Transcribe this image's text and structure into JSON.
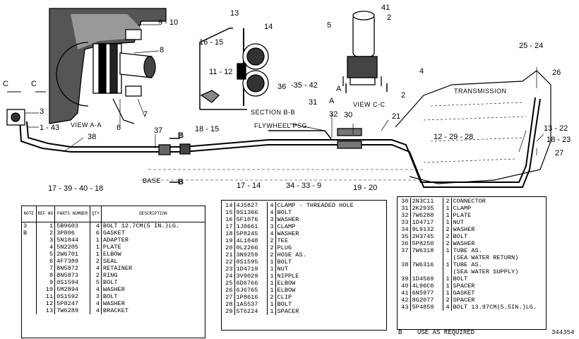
{
  "labels": {
    "l_9_10": "9 - 10",
    "l_8": "8",
    "l_7": "7",
    "l_6": "6",
    "l_3": "3",
    "l_1_43": "1 - 43",
    "l_C_left": "C",
    "l_C_right": "C",
    "l_13": "13",
    "l_14": "14",
    "l_16_15": "16 - 15",
    "l_11_12": "11 - 12",
    "l_36": "36",
    "l_35_42": "-35 - 42",
    "l_A_left": "A",
    "l_A_right": "A",
    "l_41": "41",
    "l_5": "5",
    "l_2_top": "2",
    "l_4": "4",
    "l_2_bot": "2",
    "l_25_24": "25 - 24",
    "l_26": "26",
    "l_13_22": "13 - 22",
    "l_18_23": "18 - 23",
    "l_27": "27",
    "l_12_29_28": "12 - 29 - 28",
    "l_21": "21",
    "l_30": "30",
    "l_31": "31",
    "l_32": "32",
    "l_37": "37",
    "l_38": "38",
    "l_B_top": "B",
    "l_B_bot": "B",
    "l_18_15": "18 - 15",
    "l_17_39_40_18": "17 - 39  - 40  - 18",
    "l_17_14": "17 - 14",
    "l_34_33_9": "34  - 33  - 9",
    "l_19_20": "19  - 20"
  },
  "captions": {
    "view_aa": "VIEW  A-A",
    "section_bb": "SECTION  B-B",
    "view_cc": "VIEW  C-C",
    "transmission": "TRANSMISSION",
    "flywheel": "FLYWHEEL  PSG.",
    "base": "BASE"
  },
  "table1": {
    "headers": {
      "note": "NOTE",
      "ref": "REF NO",
      "part": "PARTS NUMBER",
      "qty": "QTY",
      "desc": "DESCRIPTION"
    },
    "rows": [
      {
        "note": "3",
        "ref": "1",
        "part": "5B9603",
        "qty": "4",
        "desc": "BOLT  12.7CM(5 IN.)LG."
      },
      {
        "note": "B",
        "ref": "2",
        "part": "3P806",
        "qty": "6",
        "desc": "GASKET"
      },
      {
        "note": "",
        "ref": "3",
        "part": "5N1844",
        "qty": "1",
        "desc": "ADAPTER"
      },
      {
        "note": "",
        "ref": "4",
        "part": "5N2205",
        "qty": "1",
        "desc": "PLATE"
      },
      {
        "note": "",
        "ref": "5",
        "part": "2W6701",
        "qty": "1",
        "desc": "ELBOW"
      },
      {
        "note": "",
        "ref": "6",
        "part": "4F7389",
        "qty": "2",
        "desc": "SEAL"
      },
      {
        "note": "",
        "ref": "7",
        "part": "8N5872",
        "qty": "4",
        "desc": "RETAINER"
      },
      {
        "note": "",
        "ref": "8",
        "part": "8N5873",
        "qty": "2",
        "desc": "RING"
      },
      {
        "note": "",
        "ref": "9",
        "part": "0S1594",
        "qty": "5",
        "desc": "BOLT"
      },
      {
        "note": "",
        "ref": "10",
        "part": "5M2894",
        "qty": "4",
        "desc": "WASHER"
      },
      {
        "note": "",
        "ref": "11",
        "part": "0S1592",
        "qty": "3",
        "desc": "BOLT"
      },
      {
        "note": "",
        "ref": "12",
        "part": "5P8247",
        "qty": "4",
        "desc": "WASHER"
      },
      {
        "note": "",
        "ref": "13",
        "part": "7W6289",
        "qty": "4",
        "desc": "BRACKET"
      }
    ]
  },
  "table2": {
    "rows": [
      {
        "ref": "14",
        "part": "4J5827",
        "qty": "4",
        "desc": "CLAMP - THREADED HOLE"
      },
      {
        "ref": "15",
        "part": "9S1366",
        "qty": "4",
        "desc": "BOLT"
      },
      {
        "ref": "16",
        "part": "5F1076",
        "qty": "3",
        "desc": "WASHER"
      },
      {
        "ref": "17",
        "part": "1J0661",
        "qty": "3",
        "desc": "CLAMP"
      },
      {
        "ref": "18",
        "part": "5P8245",
        "qty": "4",
        "desc": "WASHER"
      },
      {
        "ref": "19",
        "part": "4L1848",
        "qty": "2",
        "desc": "TEE"
      },
      {
        "ref": "20",
        "part": "0L2266",
        "qty": "2",
        "desc": "PLUG"
      },
      {
        "ref": "21",
        "part": "3N9259",
        "qty": "2",
        "desc": "HOSE AS."
      },
      {
        "ref": "22",
        "part": "0S1595",
        "qty": "1",
        "desc": "BOLT"
      },
      {
        "ref": "23",
        "part": "1D4719",
        "qty": "1",
        "desc": "NUT"
      },
      {
        "ref": "24",
        "part": "3V9029",
        "qty": "1",
        "desc": "NIPPLE"
      },
      {
        "ref": "25",
        "part": "6D6766",
        "qty": "1",
        "desc": "ELBOW"
      },
      {
        "ref": "26",
        "part": "6J6765",
        "qty": "1",
        "desc": "ELBOW"
      },
      {
        "ref": "27",
        "part": "1P8616",
        "qty": "2",
        "desc": "CLIP"
      },
      {
        "ref": "28",
        "part": "1A5537",
        "qty": "1",
        "desc": "BOLT"
      },
      {
        "ref": "29",
        "part": "5T6224",
        "qty": "1",
        "desc": "SPACER"
      }
    ]
  },
  "table3": {
    "rows": [
      {
        "ref": "30",
        "part": "2N3C11",
        "qty": "2",
        "desc": "CONNECTOR"
      },
      {
        "ref": "31",
        "part": "2K2935",
        "qty": "1",
        "desc": "CLAMP"
      },
      {
        "ref": "32",
        "part": "7W6288",
        "qty": "1",
        "desc": "PLATE"
      },
      {
        "ref": "33",
        "part": "1D4717",
        "qty": "1",
        "desc": "NUT"
      },
      {
        "ref": "34",
        "part": "9L9132",
        "qty": "2",
        "desc": "WASHER"
      },
      {
        "ref": "35",
        "part": "2H3745",
        "qty": "2",
        "desc": "BOLT"
      },
      {
        "ref": "36",
        "part": "5P8250",
        "qty": "2",
        "desc": "WASHER"
      },
      {
        "ref": "37",
        "part": "7W6318",
        "qty": "1",
        "desc": "TUBE AS."
      },
      {
        "ref": "",
        "part": "",
        "qty": "",
        "desc": "(SEA WATER RETURN)"
      },
      {
        "ref": "38",
        "part": "7W6316",
        "qty": "1",
        "desc": "TUBE AS."
      },
      {
        "ref": "",
        "part": "",
        "qty": "",
        "desc": "(SEA WATER SUPPLY)"
      },
      {
        "ref": "39",
        "part": "1D4569",
        "qty": "1",
        "desc": "BOLT"
      },
      {
        "ref": "40",
        "part": "4L96C0",
        "qty": "1",
        "desc": "SPACER"
      },
      {
        "ref": "41",
        "part": "6N5977",
        "qty": "1",
        "desc": "GASKET"
      },
      {
        "ref": "42",
        "part": "8G2077",
        "qty": "2",
        "desc": "SPACER"
      },
      {
        "ref": "43",
        "part": "5P4859",
        "qty": "4",
        "desc": "BOLT  13.97CM(5.5IN.)LG."
      }
    ]
  },
  "footnote": "B    USE AS REQUIRED",
  "figure_number": "344354"
}
